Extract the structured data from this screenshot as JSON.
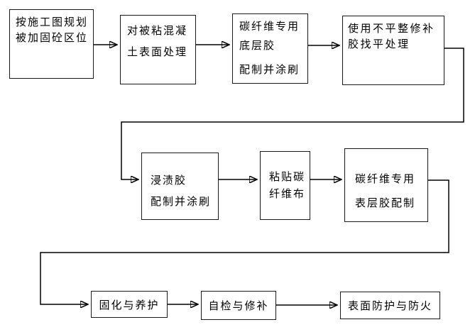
{
  "flowchart": {
    "nodes": [
      {
        "id": "n1",
        "lines": [
          "按施工图规划",
          "被加固砼区位"
        ]
      },
      {
        "id": "n2",
        "lines": [
          "对被粘混凝",
          "土表面处理"
        ]
      },
      {
        "id": "n3",
        "lines": [
          "碳纤维专用",
          "底层胶",
          "配制并涂刷"
        ]
      },
      {
        "id": "n4",
        "lines": [
          "使用不平整修补",
          "胶找平处理"
        ]
      },
      {
        "id": "n5",
        "lines": [
          "浸渍胶",
          "配制并涂刷"
        ]
      },
      {
        "id": "n6",
        "lines": [
          "粘贴碳",
          "纤维布"
        ]
      },
      {
        "id": "n7",
        "lines": [
          "碳纤维专用",
          "表层胶配制"
        ]
      },
      {
        "id": "n8",
        "lines": [
          "固化与养护"
        ]
      },
      {
        "id": "n9",
        "lines": [
          "自检与修补"
        ]
      },
      {
        "id": "n10",
        "lines": [
          "表面防护与防火"
        ]
      }
    ],
    "edges": [
      {
        "from": "n1",
        "to": "n2"
      },
      {
        "from": "n2",
        "to": "n3"
      },
      {
        "from": "n3",
        "to": "n4"
      },
      {
        "from": "n4",
        "to": "n5"
      },
      {
        "from": "n5",
        "to": "n6"
      },
      {
        "from": "n6",
        "to": "n7"
      },
      {
        "from": "n7",
        "to": "n8"
      },
      {
        "from": "n8",
        "to": "n9"
      },
      {
        "from": "n9",
        "to": "n10"
      }
    ],
    "colors": {
      "background": "#ffffff",
      "box_fill": "#ffffff",
      "box_border": "#1a1a1a",
      "connector": "#000000",
      "text": "#000000"
    }
  }
}
